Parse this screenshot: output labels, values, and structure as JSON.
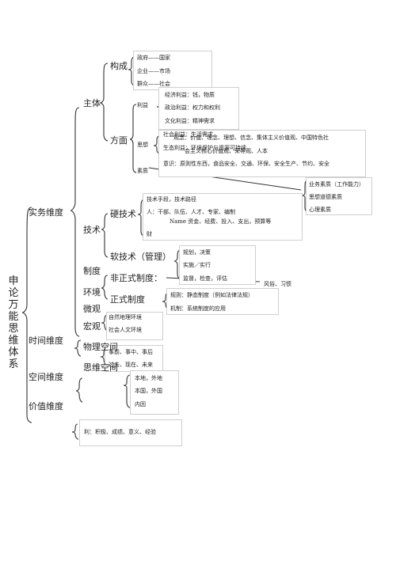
{
  "root": {
    "title": "申论万能思维体系"
  },
  "dimensions": {
    "practice": "实务维度",
    "time": "时间维度",
    "space": "空间维度",
    "value": "价值维度"
  },
  "practice": {
    "subject": {
      "label": "主体",
      "composition": {
        "label": "构成",
        "items": [
          "政府——国家",
          "企业——市场",
          "群众——社会"
        ]
      },
      "aspects": {
        "label": "方面",
        "interest": {
          "label": "利益",
          "items": [
            "经济利益：钱，物质",
            "政治利益：权力和权利",
            "文化利益：精神需求"
          ]
        },
        "thought": {
          "label": "思想",
          "items": [
            "社会利益：生活需求",
            "观念：价值、理念、理想、信念、集体主义价值观、中国特色社",
            "生态利益：环境保护与资源可持续",
            "会主义核心价值观、荣辱观、人本",
            "意识：原则性东西，食品安全、交通、环保、安全生产、节约、安全"
          ]
        },
        "quality": {
          "label": "素质",
          "items": [
            "业务素质（工作能力）",
            "思想道德素质",
            "心理素质"
          ]
        }
      }
    },
    "technology": {
      "label": "技术",
      "hard": {
        "label": "硬技术",
        "items": [
          "技术手段，技术路径",
          "人：干部、队伍、人才、专家、编制",
          "Name  资金、经费、投入、支出，预算等",
          "财"
        ]
      },
      "soft": {
        "label": "软技术（管理）",
        "items": [
          "规划，决策",
          "实施／实行",
          "监督，检查，评估"
        ]
      }
    },
    "institution": {
      "label": "制度",
      "informal": {
        "label": "非正式制度：",
        "note": "风俗、习惯"
      },
      "formal": {
        "label": "正式制度",
        "items": [
          "规则：静态制度（例如法律法规）",
          "机制：系统制度的应用"
        ]
      }
    },
    "environment": {
      "label": "环境",
      "micro": "微观",
      "macro": "宏观",
      "items": [
        "自然地理环境",
        "社会人文环境"
      ]
    }
  },
  "time_dim": {
    "physical_space": "物理空间",
    "thinking_space": "思维空间",
    "items": [
      "事前、事中、事后",
      "过去、现在、未来"
    ]
  },
  "space_dim": {
    "items": [
      "本地，外地",
      "本国，外国",
      "内因"
    ]
  },
  "value_dim": {
    "items": [
      "利：积极、成绩、意义、经验"
    ]
  }
}
